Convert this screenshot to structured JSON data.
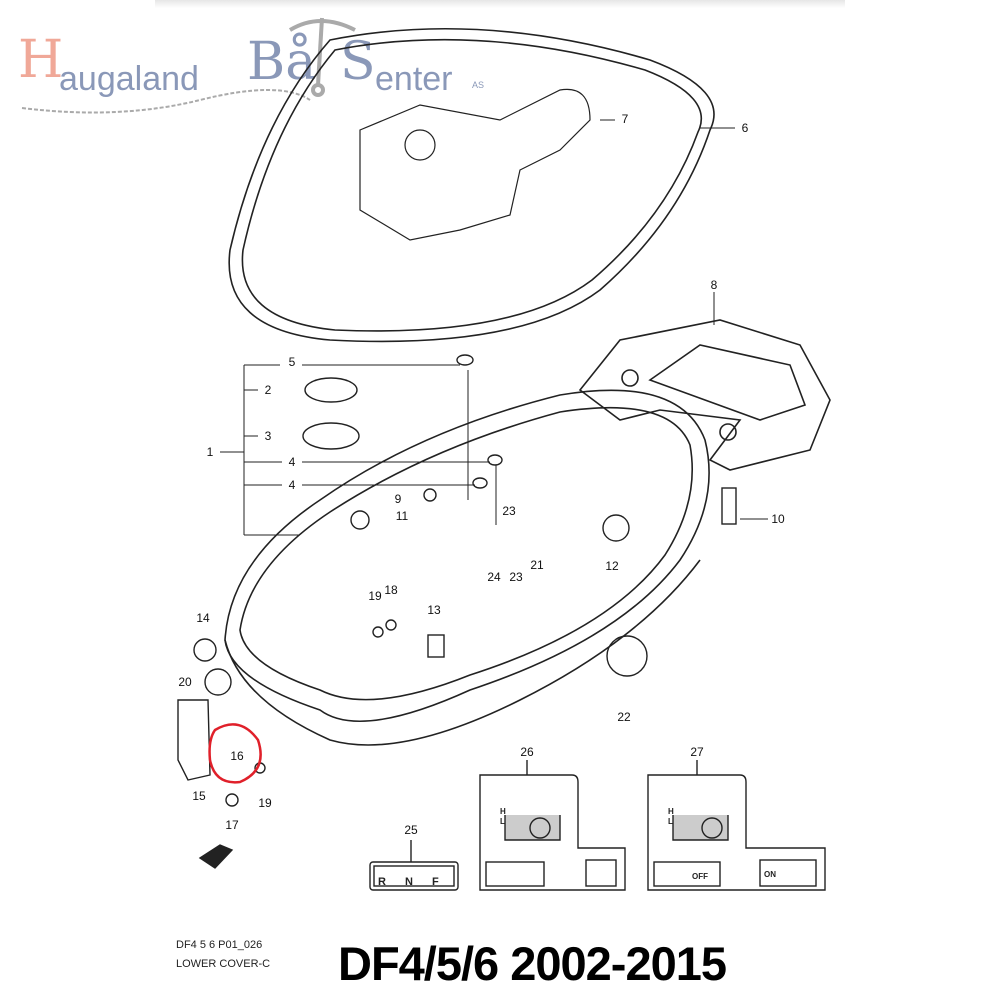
{
  "logo": {
    "initial": "H",
    "word1": "augaland",
    "boat_b": "Bå",
    "boat_s": "S",
    "word2": "enter",
    "suffix": "AS"
  },
  "diagram": {
    "code": "DF4 5 6 P01_026",
    "section": "LOWER COVER-C",
    "title": "DF4/5/6 2002-2015",
    "highlighted_part": "16",
    "highlight_color": "#e0202a",
    "callouts": [
      "1",
      "2",
      "3",
      "4",
      "5",
      "6",
      "7",
      "8",
      "9",
      "10",
      "11",
      "12",
      "13",
      "14",
      "15",
      "16",
      "17",
      "18",
      "19",
      "20",
      "21",
      "22",
      "23",
      "24",
      "25",
      "26",
      "27"
    ],
    "decal_25": {
      "letters": [
        "R",
        "N",
        "F"
      ]
    },
    "decal_26": {
      "levels": [
        "H",
        "L"
      ]
    },
    "decal_27": {
      "levels": [
        "H",
        "L"
      ],
      "off": "OFF",
      "on": "ON"
    }
  }
}
